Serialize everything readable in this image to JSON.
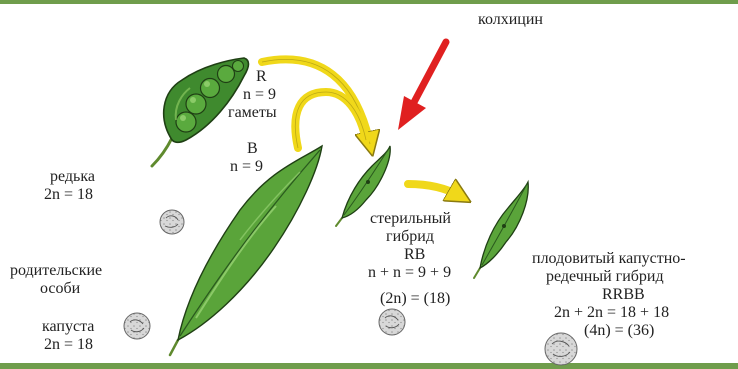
{
  "colchicine": "колхицин",
  "r_gamete": "R",
  "r_n": "n = 9",
  "gametes": "гаметы",
  "b_gamete": "B",
  "b_n": "n = 9",
  "radish": "редька",
  "radish_2n": "2n = 18",
  "parents_line1": "родительские",
  "parents_line2": "особи",
  "cabbage": "капуста",
  "cabbage_2n": "2n = 18",
  "sterile_line1": "стерильный",
  "sterile_line2": "гибрид",
  "sterile_code": "RB",
  "sterile_formula": "n + n = 9 + 9",
  "sterile_formula2": "(2n) = (18)",
  "fertile_line1": "плодовитый капустно-",
  "fertile_line2": "редечный гибрид",
  "fertile_code": "RRBB",
  "fertile_formula": "2n + 2n = 18 + 18",
  "fertile_formula2": "(4n) = (36)",
  "colors": {
    "band": "#6f9d4c",
    "pod_green": "#4a9a38",
    "pod_dark": "#2a5a1e",
    "arrow_yellow": "#f0d81a",
    "arrow_red": "#e02020",
    "cell_gray": "#cfcfcf"
  }
}
